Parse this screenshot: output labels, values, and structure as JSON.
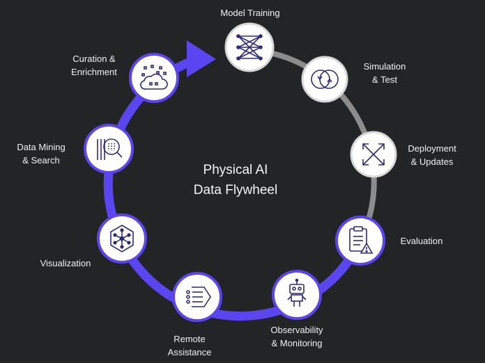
{
  "title": {
    "line1": "Physical AI",
    "line2": "Data Flywheel"
  },
  "colors": {
    "background": "#232426",
    "accent": "#5b45f0",
    "inactive_arc": "#8c8c8c",
    "node_fill": "#ffffff",
    "icon_stroke": "#2d2a7a"
  },
  "stages": [
    {
      "id": "model-training",
      "lines": [
        "Model Training"
      ],
      "icon": "neural-network-icon",
      "state": "inactive"
    },
    {
      "id": "simulation-test",
      "lines": [
        "Simulation",
        "& Test"
      ],
      "icon": "overlapping-circles-icon",
      "state": "inactive"
    },
    {
      "id": "deployment-updates",
      "lines": [
        "Deployment",
        "& Updates"
      ],
      "icon": "expand-arrows-icon",
      "state": "inactive"
    },
    {
      "id": "evaluation",
      "lines": [
        "Evaluation"
      ],
      "icon": "clipboard-warning-icon",
      "state": "active"
    },
    {
      "id": "observability-monitoring",
      "lines": [
        "Observability",
        "& Monitoring"
      ],
      "icon": "robot-icon",
      "state": "active"
    },
    {
      "id": "remote-assistance",
      "lines": [
        "Remote",
        "Assistance"
      ],
      "icon": "list-arrow-icon",
      "state": "active"
    },
    {
      "id": "visualization",
      "lines": [
        "Visualization"
      ],
      "icon": "hexagon-network-icon",
      "state": "active"
    },
    {
      "id": "data-mining-search",
      "lines": [
        "Data Mining",
        "& Search"
      ],
      "icon": "magnify-data-icon",
      "state": "active"
    },
    {
      "id": "curation-enrichment",
      "lines": [
        "Curation &",
        "Enrichment"
      ],
      "icon": "cloud-dots-icon",
      "state": "active"
    }
  ]
}
